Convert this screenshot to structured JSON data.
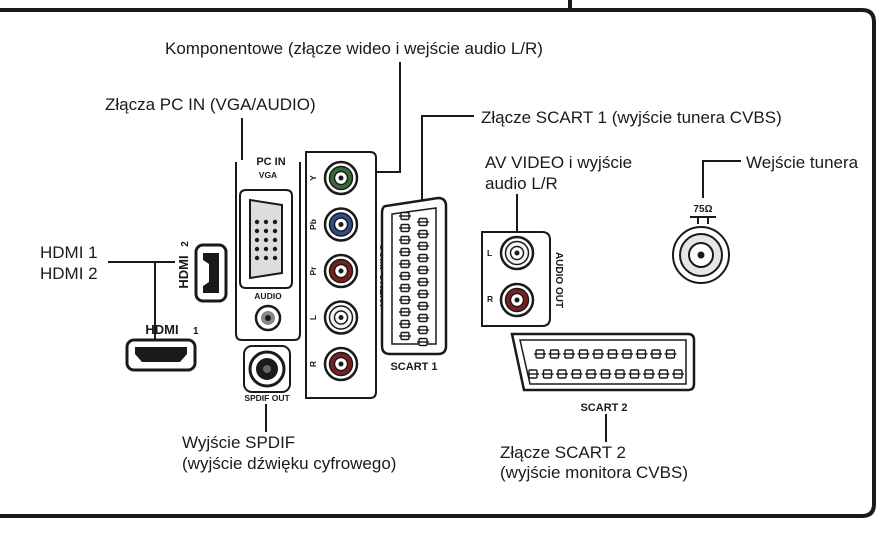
{
  "callouts": {
    "component": "Komponentowe (złącze wideo i wejście audio L/R)",
    "pc_in": "Złącza PC IN (VGA/AUDIO)",
    "scart1": "Złącze SCART 1 (wyjście tunera CVBS)",
    "av_video_1": "AV VIDEO i wyjście",
    "av_video_2": "audio L/R",
    "tuner": "Wejście tunera",
    "hdmi1": "HDMI 1",
    "hdmi2": "HDMI 2",
    "spdif_1": "Wyjście SPDIF",
    "spdif_2": "(wyjście dźwięku cyfrowego)",
    "scart2_1": "Złącze SCART 2",
    "scart2_2": "(wyjście monitora CVBS)"
  },
  "panel_labels": {
    "pc_in": "PC IN",
    "vga": "VGA",
    "audio": "AUDIO",
    "spdif_out": "SPDIF OUT",
    "component": "COMPONENT",
    "comp_y": "Y",
    "comp_pb": "Pb",
    "comp_pr": "Pr",
    "comp_l": "L",
    "comp_r": "R",
    "scart1": "SCART 1",
    "scart2": "SCART 2",
    "audio_out": "AUDIO OUT",
    "av_l": "L",
    "av_r": "R",
    "ohm": "75Ω",
    "hdmi_logo": "HDMI",
    "hdmi_num_1": "1",
    "hdmi_num_2": "2"
  },
  "colors": {
    "outline": "#1a1a1a",
    "rca_red": "#7d1f1f",
    "rca_green": "#3a6b3a",
    "rca_blue": "#2e4f86",
    "rca_white": "#f4f4f4",
    "dark": "#333333"
  }
}
